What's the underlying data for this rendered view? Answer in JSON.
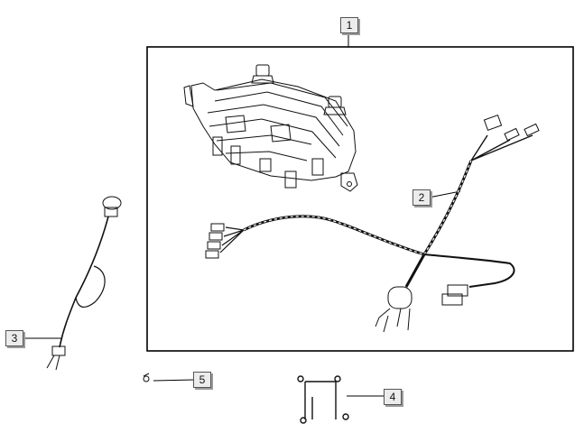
{
  "callouts": [
    {
      "id": "1",
      "label": "1"
    },
    {
      "id": "2",
      "label": "2"
    },
    {
      "id": "3",
      "label": "3"
    },
    {
      "id": "4",
      "label": "4"
    },
    {
      "id": "5",
      "label": "5"
    }
  ],
  "parts": {
    "instrument_cluster": "instrument-cluster",
    "main_harness": "main-wire-harness",
    "sensor_lead": "sensor-wire-lead",
    "bracket_clip": "bracket-clip",
    "small_clip": "small-clip"
  },
  "colors": {
    "line": "#111111",
    "box": "#000000",
    "callout_bg": "#ececec"
  }
}
